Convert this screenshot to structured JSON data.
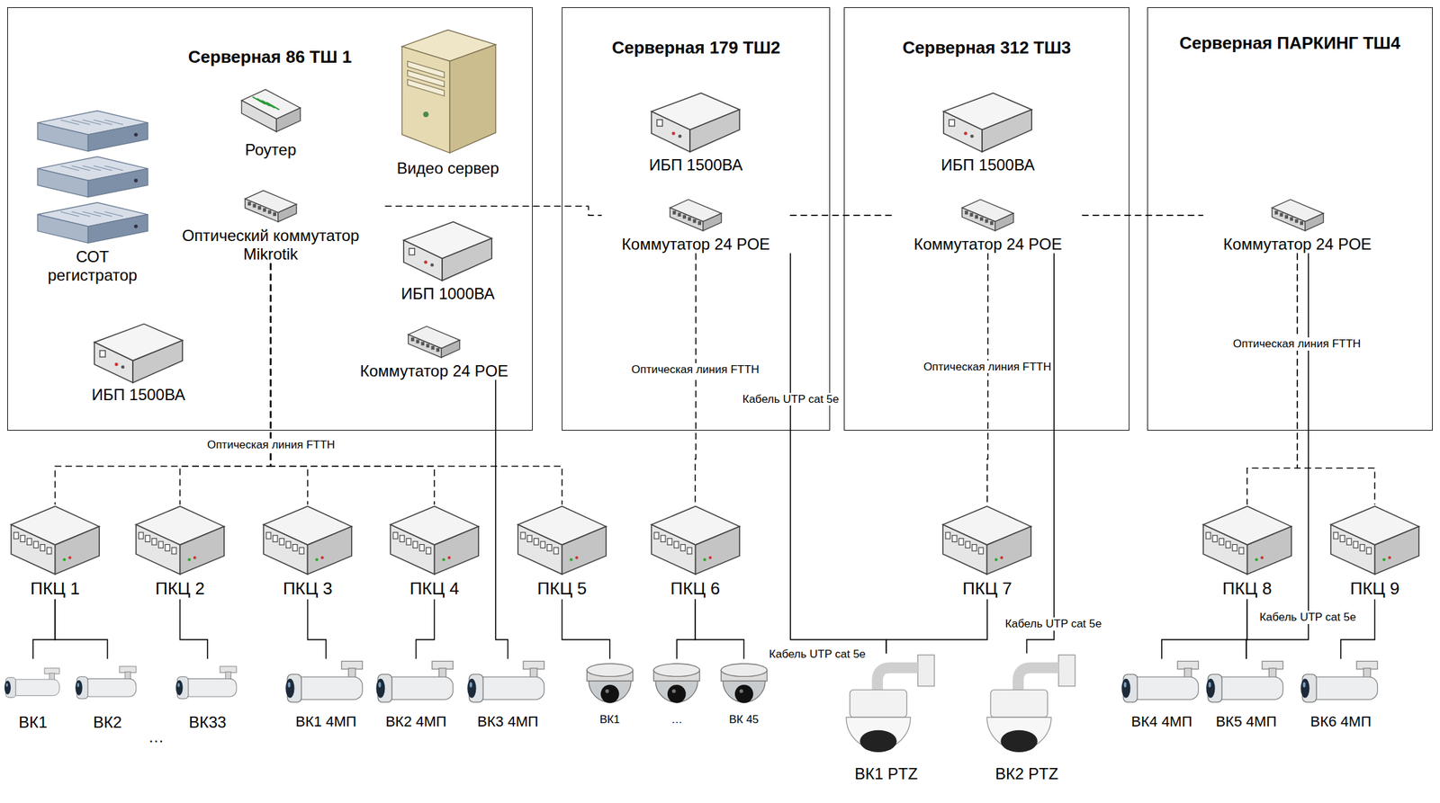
{
  "diagram": {
    "nodes": [
      {
        "text": [
          "Серверная 86 ТШ 1"
        ]
      },
      {
        "text": [
          "СОТ регистратор"
        ],
        "in": 0
      },
      {
        "text": [
          "Роутер"
        ],
        "in": 0
      },
      {
        "text": [
          "Видео сервер"
        ],
        "in": 0
      },
      {
        "text": [
          "Оптический коммутатор Mikrotik"
        ],
        "in": 0
      },
      {
        "text": [
          "ИБП 1000ВА"
        ],
        "in": 0
      },
      {
        "text": [
          "ИБП 1500ВА"
        ],
        "in": 0
      },
      {
        "text": [
          "Коммутатор 24 POE"
        ],
        "in": 0
      },
      {
        "text": [
          "Серверная 179 ТШ2"
        ]
      },
      {
        "text": [
          "ИБП 1500ВА"
        ],
        "in": 8
      },
      {
        "text": [
          "Коммутатор 24 POE"
        ],
        "in": 8
      },
      {
        "text": [
          "Серверная 312 ТШ3"
        ]
      },
      {
        "text": [
          "ИБП 1500ВА"
        ],
        "in": 11
      },
      {
        "text": [
          "Коммутатор 24 POE"
        ],
        "in": 11
      },
      {
        "text": [
          "Серверная ПАРКИНГ ТШ4"
        ]
      },
      {
        "text": [
          "Коммутатор 24 POE"
        ],
        "in": 14
      },
      {
        "text": [
          "ПКЦ 1"
        ]
      },
      {
        "text": [
          "ПКЦ 2"
        ]
      },
      {
        "text": [
          "ПКЦ 3"
        ]
      },
      {
        "text": [
          "ПКЦ 4"
        ]
      },
      {
        "text": [
          "ПКЦ 5"
        ]
      },
      {
        "text": [
          "ПКЦ 6"
        ]
      },
      {
        "text": [
          "ПКЦ 7"
        ]
      },
      {
        "text": [
          "ПКЦ 8"
        ]
      },
      {
        "text": [
          "ПКЦ 9"
        ]
      },
      {
        "text": [
          "ВК1"
        ]
      },
      {
        "text": [
          "ВК2"
        ]
      },
      {
        "text": [
          "ВК33"
        ]
      },
      {
        "text": [
          "ВК1 4МП"
        ]
      },
      {
        "text": [
          "ВК2 4МП"
        ]
      },
      {
        "text": [
          "ВК3 4МП"
        ]
      },
      {
        "text": [
          "ВК1"
        ]
      },
      {
        "text": [
          "…"
        ]
      },
      {
        "text": [
          "ВК 45"
        ]
      },
      {
        "text": [
          "ВК1 PTZ"
        ]
      },
      {
        "text": [
          "ВК2 PTZ"
        ]
      },
      {
        "text": [
          "ВК4 4МП"
        ]
      },
      {
        "text": [
          "ВК5 4МП"
        ]
      },
      {
        "text": [
          "ВК6 4МП"
        ]
      }
    ],
    "edges": [
      {
        "from": 4,
        "to": 16,
        "label": "Оптическая линия FTTH",
        "arrow": "none"
      },
      {
        "from": 4,
        "to": 17,
        "arrow": "none"
      },
      {
        "from": 4,
        "to": 18,
        "arrow": "none"
      },
      {
        "from": 4,
        "to": 19,
        "arrow": "none"
      },
      {
        "from": 4,
        "to": 20,
        "arrow": "none"
      },
      {
        "from": 4,
        "to": 10,
        "arrow": "none"
      },
      {
        "from": 10,
        "to": 13,
        "arrow": "none"
      },
      {
        "from": 13,
        "to": 15,
        "arrow": "none"
      },
      {
        "from": 10,
        "to": 21,
        "label": "Оптическая линия FTTH",
        "arrow": "none"
      },
      {
        "from": 13,
        "to": 22,
        "label": "Оптическая линия FTTH",
        "arrow": "none"
      },
      {
        "from": 15,
        "to": 23,
        "label": "Оптическая линия FTTH",
        "arrow": "none"
      },
      {
        "from": 15,
        "to": 24,
        "arrow": "none"
      },
      {
        "from": 7,
        "to": 30,
        "arrow": "none"
      },
      {
        "from": 10,
        "to": 34,
        "label": "Кабель UTP cat 5e",
        "arrow": "none"
      },
      {
        "from": 13,
        "to": 35,
        "label": "Кабель UTP cat 5e",
        "arrow": "none"
      },
      {
        "from": 15,
        "to": 37,
        "label": "Кабель UTP cat 5e",
        "arrow": "none"
      },
      {
        "from": 16,
        "to": 25,
        "arrow": "none"
      },
      {
        "from": 16,
        "to": 26,
        "arrow": "none"
      },
      {
        "from": 17,
        "to": 27,
        "arrow": "none"
      },
      {
        "from": 18,
        "to": 28,
        "arrow": "none"
      },
      {
        "from": 19,
        "to": 29,
        "arrow": "none"
      },
      {
        "from": 20,
        "to": 31,
        "arrow": "none"
      },
      {
        "from": 21,
        "to": 32,
        "arrow": "none"
      },
      {
        "from": 21,
        "to": 33,
        "arrow": "none"
      },
      {
        "from": 22,
        "to": 34,
        "arrow": "none"
      },
      {
        "from": 23,
        "to": 36,
        "arrow": "none"
      },
      {
        "from": 23,
        "to": 37,
        "arrow": "none"
      },
      {
        "from": 24,
        "to": 38,
        "arrow": "none"
      }
    ],
    "labels": [
      "…",
      "Кабель UTP cat 5e"
    ]
  }
}
